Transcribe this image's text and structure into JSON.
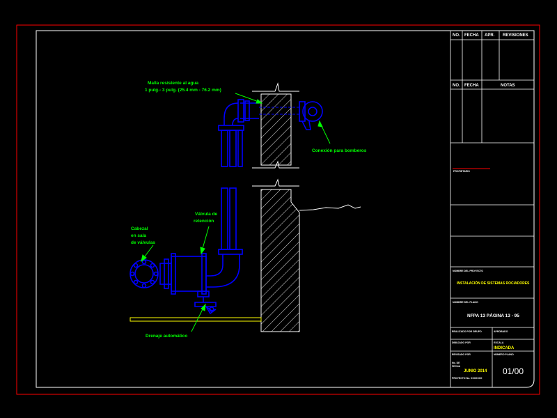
{
  "title_block": {
    "rev_headers": [
      "NO.",
      "FECHA",
      "APR.",
      "REVISIONES"
    ],
    "notes_headers": [
      "NO.",
      "FECHA",
      "NOTAS"
    ],
    "propietario": "PROPIETARIO",
    "nombre_proyecto_label": "NOMBRE DEL PROYECTO",
    "nombre_proyecto": "INSTALACIÓN DE SISTEMAS ROCIADORES",
    "nombre_plano_label": "NOMBRE DEL PLANO",
    "nombre_plano": "NFPA 13 PÁGINA 13 - 95",
    "realizado_label": "REALIZADO POR GRUPO",
    "aprobado_label": "APROBADO",
    "dibujado_label": "DIBUJADO POR",
    "escala_label": "ESCALA",
    "escala": "INDICADA",
    "revisado_label": "REVISADO POR",
    "numero_label": "NÚMERO PLANO",
    "fecha_label": "FECHA",
    "fecha": "JUNIO 2014",
    "numero": "01/00",
    "no_label": "No. DE",
    "proyecto_label": "PROYECTO No. XXXXXXX"
  },
  "labels": {
    "malla_line1": "Malla resistente al agua",
    "malla_line2": "1 pulg.- 3 pulg. (25.4 mm - 76.2 mm)",
    "conexion": "Conexión para bomberos",
    "valvula_line1": "Válvula de",
    "valvula_line2": "retención",
    "cabezal_line1": "Cabezal",
    "cabezal_line2": "en sala",
    "cabezal_line3": "de válvulas",
    "drenaje": "Drenaje automático"
  },
  "colors": {
    "border": "#ff0000",
    "frame": "#ffffff",
    "pipe": "#0000ff",
    "label": "#00ff00",
    "title_text": "#ffff00"
  }
}
